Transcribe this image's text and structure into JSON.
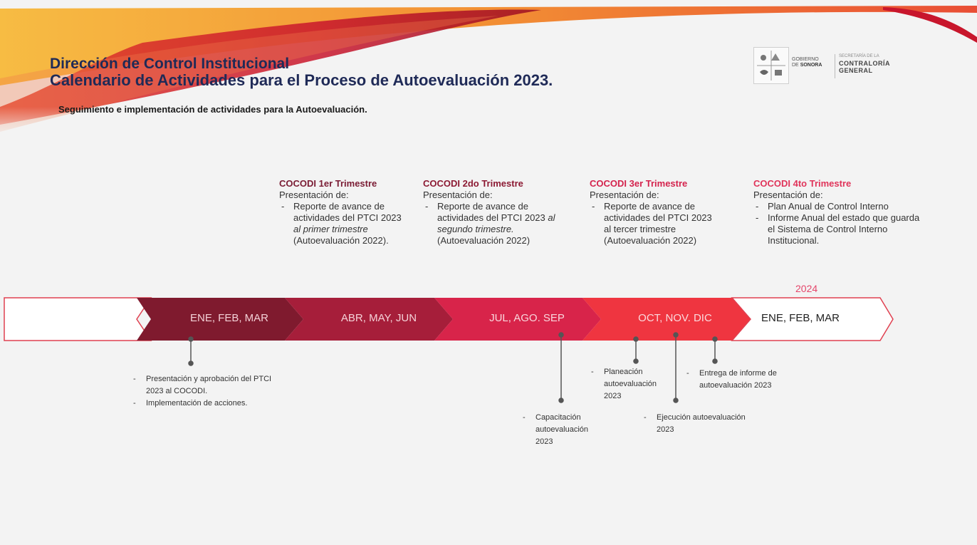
{
  "header": {
    "title_line1": "Dirección de Control Institucional",
    "title_line2": "Calendario de Actividades para el Proceso de Autoevaluación 2023.",
    "subtitle": "Seguimiento e implementación de actividades para la Autoevaluación."
  },
  "logo": {
    "gobierno": "GOBIERNO",
    "de": "DE",
    "sonora": "SONORA",
    "secretaria": "SECRETARÍA DE LA",
    "contraloria": "CONTRALORÍA",
    "general": "GENERAL"
  },
  "quarters": [
    {
      "title": "COCODI 1er Trimestre",
      "intro": "Presentación de:",
      "items": [
        {
          "text": "Reporte de avance de actividades del PTCI 2023 ",
          "italic": "al primer trimestre",
          "tail": " (Autoevaluación 2022)."
        }
      ]
    },
    {
      "title": "COCODI 2do Trimestre",
      "intro": "Presentación de:",
      "items": [
        {
          "text": "Reporte de avance de actividades del PTCI 2023 ",
          "italic": "al segundo trimestre.",
          "tail": " (Autoevaluación 2022)"
        }
      ]
    },
    {
      "title": "COCODI 3er Trimestre",
      "intro": "Presentación de:",
      "items": [
        {
          "text": "Reporte de avance de actividades del PTCI 2023 al tercer trimestre (Autoevaluación 2022)",
          "italic": "",
          "tail": ""
        }
      ]
    },
    {
      "title": "COCODI 4to Trimestre",
      "intro": "Presentación de:",
      "items": [
        {
          "text": "Plan Anual de Control Interno",
          "italic": "",
          "tail": ""
        },
        {
          "text": "Informe Anual del estado que guarda el Sistema de Control Interno Institucional.",
          "italic": "",
          "tail": ""
        }
      ]
    }
  ],
  "year_label": "2024",
  "timeline": {
    "segments": [
      {
        "label": "",
        "fill": "#ffffff"
      },
      {
        "label": "ENE, FEB, MAR",
        "fill": "#7f1a2e"
      },
      {
        "label": "ABR, MAY, JUN",
        "fill": "#a61e3a"
      },
      {
        "label": "JUL, AGO. SEP",
        "fill": "#d8244a"
      },
      {
        "label": "OCT, NOV. DIC",
        "fill": "#ef3540"
      },
      {
        "label": "ENE, FEB, MAR",
        "fill": "#ffffff"
      }
    ],
    "outline_color": "#e04050"
  },
  "activities": {
    "q1_a": "Presentación y aprobación del PTCI 2023 al COCODI.",
    "q1_b": "Implementación de acciones.",
    "capacitacion": "Capacitación autoevaluación 2023",
    "planeacion": "Planeación autoevaluación 2023",
    "ejecucion": "Ejecución autoevaluación 2023",
    "entrega": "Entrega de informe de autoevaluación 2023"
  }
}
